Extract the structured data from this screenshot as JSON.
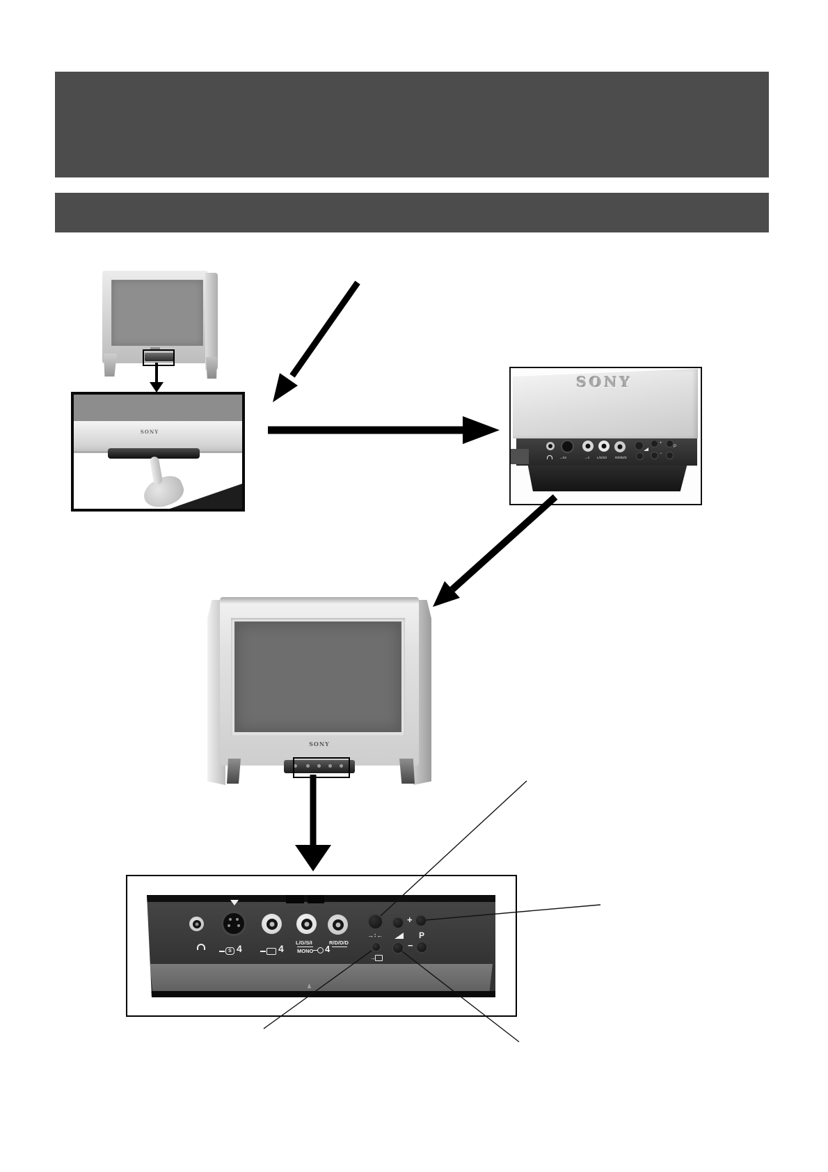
{
  "page": {
    "background": "#ffffff"
  },
  "banners": {
    "color": "#4c4c4c"
  },
  "brand": {
    "logo": "SONY"
  },
  "front_panel": {
    "svideo_letter": "S",
    "svideo_number": "4",
    "video_number": "4",
    "audio_top": "L/G/S/I",
    "audio_bottom": "MONO",
    "audio_number": "4",
    "audio_right": "R/D/D/D",
    "plus": "+",
    "minus": "−",
    "program": "P"
  },
  "icons": {
    "arrow_right": "→",
    "arrow_left": "←",
    "menu_dots": "∶"
  }
}
